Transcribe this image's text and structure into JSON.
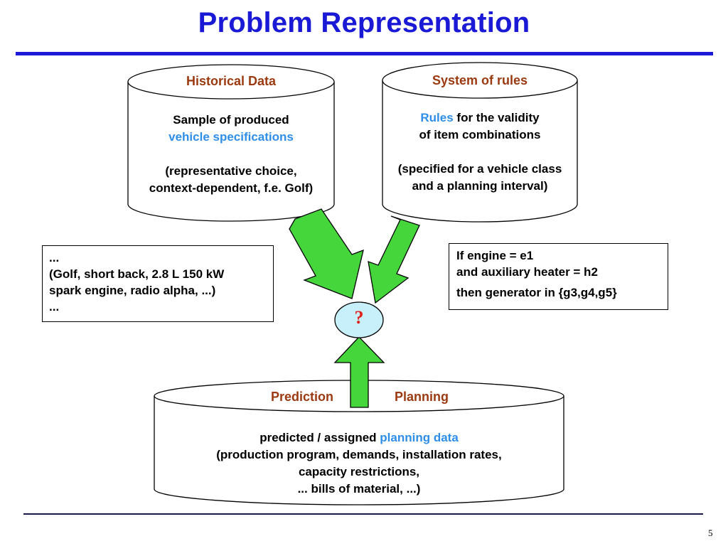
{
  "title": "Problem Representation",
  "page_number": "5",
  "historical_data": {
    "heading": "Historical Data",
    "line1": "Sample of produced",
    "line2_highlight": "vehicle specifications",
    "line3": "(representative choice,",
    "line4": "context-dependent, f.e. Golf)"
  },
  "system_of_rules": {
    "heading": "System of rules",
    "line1_highlight": "Rules",
    "line1_rest": " for the validity",
    "line2": "of item combinations",
    "line3": "(specified for a vehicle class",
    "line4": "and a planning interval)"
  },
  "example_left": {
    "line1": "...",
    "line2": "(Golf, short back, 2.8 L 150 kW",
    "line3": "spark engine, radio alpha, ...)",
    "line4": "..."
  },
  "example_right": {
    "line1": "If  engine = e1",
    "line2": "and auxiliary heater = h2",
    "line3": "then  generator in {g3,g4,g5}"
  },
  "center_node": {
    "symbol": "?"
  },
  "planning": {
    "heading_left": "Prediction",
    "heading_right": "Planning",
    "line1": "predicted / assigned ",
    "line1_highlight": "planning data",
    "line2": "(production program, demands, installation rates,",
    "line3": "capacity restrictions,",
    "line4": "... bills of material, ...)"
  },
  "colors": {
    "title_blue": "#1a1ad6",
    "heading_brown": "#9b3a10",
    "highlight_blue": "#2e8ee8",
    "arrow_green": "#44d63a",
    "node_fill": "#c8f0fa",
    "question_red": "#e0201a"
  }
}
